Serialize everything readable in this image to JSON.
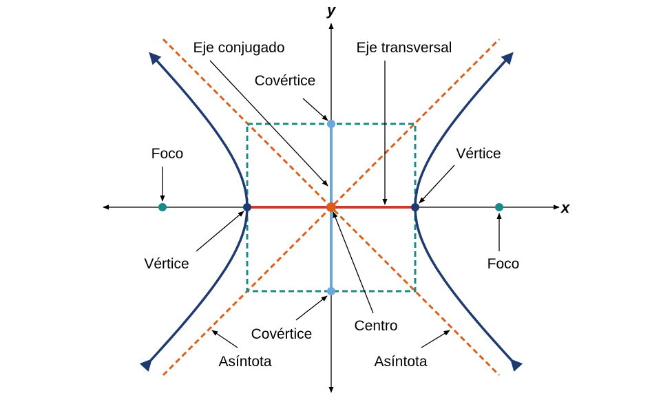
{
  "axes": {
    "x_label": "x",
    "y_label": "y"
  },
  "labels": {
    "conjugate_axis": "Eje conjugado",
    "transverse_axis": "Eje transversal",
    "covertex_top": "Covértice",
    "covertex_bottom": "Covértice",
    "focus_left": "Foco",
    "focus_right": "Foco",
    "vertex_left": "Vértice",
    "vertex_right": "Vértice",
    "center": "Centro",
    "asymptote_left": "Asíntota",
    "asymptote_right": "Asíntota"
  },
  "colors": {
    "hyperbola": "#1f3a6e",
    "asymptote": "#d9611c",
    "box": "#1b8a8a",
    "transverse_axis": "#c8392e",
    "conjugate_axis": "#6aa6d9",
    "center": "#e0591c",
    "focus": "#1b8a8a"
  }
}
